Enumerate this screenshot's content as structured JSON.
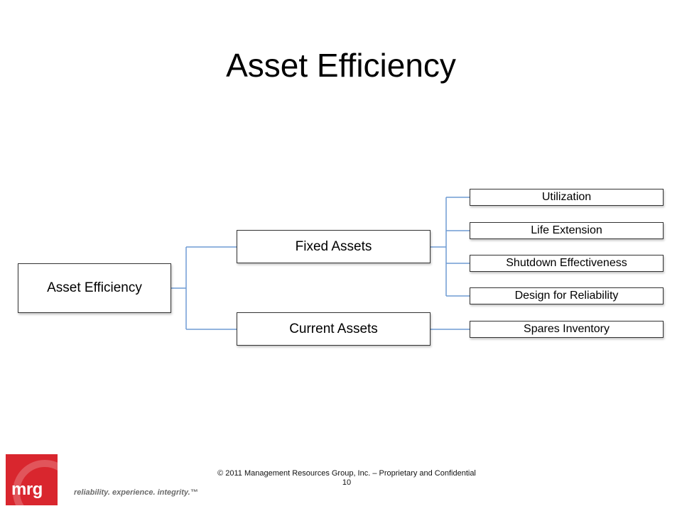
{
  "slide": {
    "title": "Asset Efficiency"
  },
  "diagram": {
    "root": "Asset Efficiency",
    "branches": [
      {
        "label": "Fixed Assets",
        "children": [
          "Utilization",
          "Life Extension",
          "Shutdown Effectiveness",
          "Design for Reliability"
        ]
      },
      {
        "label": "Current Assets",
        "children": [
          "Spares Inventory"
        ]
      }
    ],
    "connector_color": "#6f9bd4",
    "box_border_color": "#333333"
  },
  "footer": {
    "copyright": "© 2011 Management Resources Group, Inc. – Proprietary and Confidential",
    "page_number": "10"
  },
  "branding": {
    "logo_text": "mrg",
    "logo_color": "#d9262e",
    "tagline": "reliability. experience. integrity.™"
  }
}
